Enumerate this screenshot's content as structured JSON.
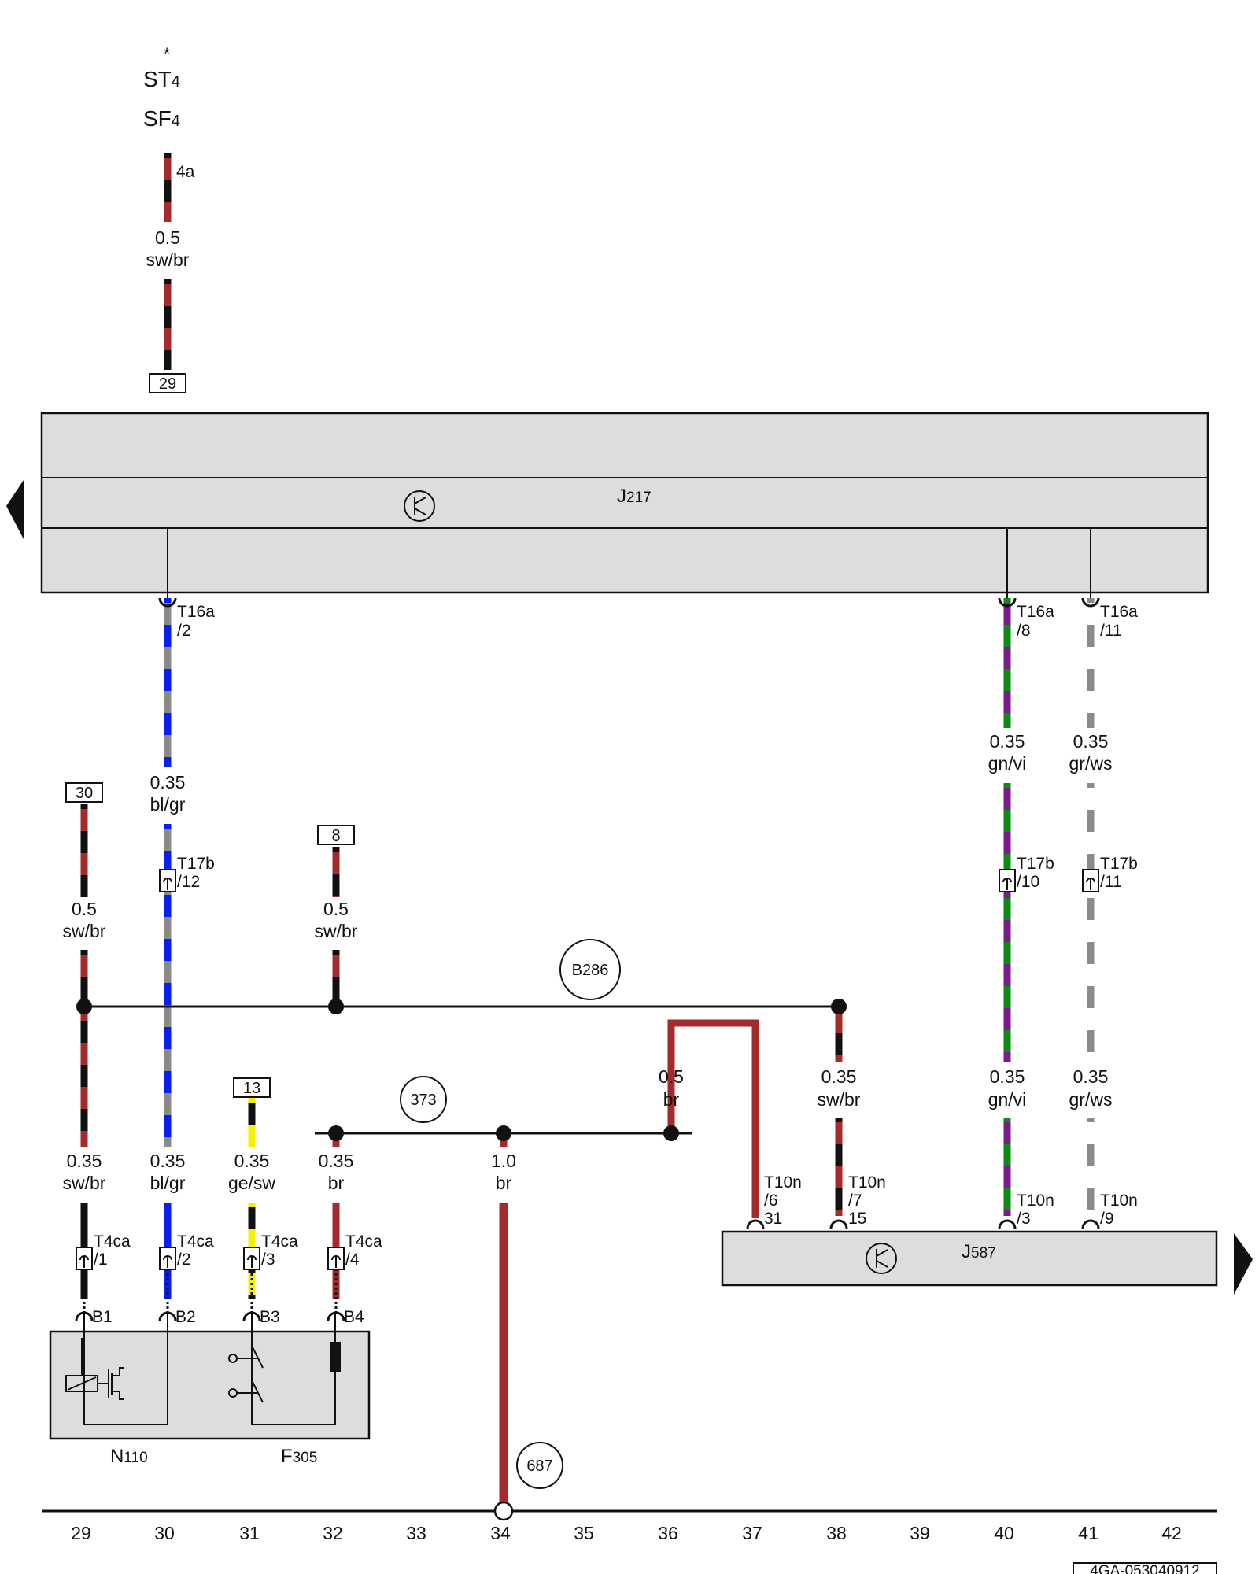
{
  "colors": {
    "sw": "#111111",
    "br": "#a52a2a",
    "bl": "#0a1ef0",
    "gr": "#8a8a8a",
    "gn": "#0d8a12",
    "vi": "#7a1a8c",
    "ws": "#ffffff",
    "ge": "#f2f200",
    "panel": "#dddddd"
  },
  "header": {
    "star": "*",
    "st": "ST",
    "st_sub": "4",
    "sf": "SF",
    "sf_sub": "4",
    "fuse_pin": "4a"
  },
  "components": {
    "j217": {
      "name": "J",
      "sub": "217",
      "icon": "transistor-icon"
    },
    "j587": {
      "name": "J",
      "sub": "587",
      "icon": "transistor-icon"
    },
    "n110": {
      "name": "N",
      "sub": "110"
    },
    "f305": {
      "name": "F",
      "sub": "305"
    }
  },
  "terminals": {
    "t29": "29",
    "t30": "30",
    "t8": "8",
    "t13": "13"
  },
  "junctions": {
    "b286": "B286",
    "j373": "373",
    "j687": "687"
  },
  "wires": {
    "w_top": {
      "size": "0.5",
      "color": "sw/br"
    },
    "w_c29a": {
      "size": "0.5",
      "color": "sw/br"
    },
    "w_c29b": {
      "size": "0.35",
      "color": "sw/br"
    },
    "w_c30a": {
      "size": "0.35",
      "color": "bl/gr"
    },
    "w_c30b": {
      "size": "0.35",
      "color": "bl/gr"
    },
    "w_c31": {
      "size": "0.35",
      "color": "ge/sw"
    },
    "w_c32a": {
      "size": "0.5",
      "color": "sw/br"
    },
    "w_c32b": {
      "size": "0.35",
      "color": "br"
    },
    "w_c34": {
      "size": "1.0",
      "color": "br"
    },
    "w_c36": {
      "size": "0.5",
      "color": "br"
    },
    "w_c38": {
      "size": "0.35",
      "color": "sw/br"
    },
    "w_c40a": {
      "size": "0.35",
      "color": "gn/vi"
    },
    "w_c40b": {
      "size": "0.35",
      "color": "gn/vi"
    },
    "w_c41a": {
      "size": "0.35",
      "color": "gr/ws"
    },
    "w_c41b": {
      "size": "0.35",
      "color": "gr/ws"
    }
  },
  "connectors": {
    "t16a_2": {
      "name": "T16a",
      "pin": "/2"
    },
    "t16a_8": {
      "name": "T16a",
      "pin": "/8"
    },
    "t16a_11": {
      "name": "T16a",
      "pin": "/11"
    },
    "t17b_12": {
      "name": "T17b",
      "pin": "/12"
    },
    "t17b_10": {
      "name": "T17b",
      "pin": "/10"
    },
    "t17b_11": {
      "name": "T17b",
      "pin": "/11"
    },
    "t4ca_1": {
      "name": "T4ca",
      "pin": "/1"
    },
    "t4ca_2": {
      "name": "T4ca",
      "pin": "/2"
    },
    "t4ca_3": {
      "name": "T4ca",
      "pin": "/3"
    },
    "t4ca_4": {
      "name": "T4ca",
      "pin": "/4"
    },
    "t10n_6": {
      "name": "T10n",
      "pin": "/6",
      "pin2": "31"
    },
    "t10n_7": {
      "name": "T10n",
      "pin": "/7",
      "pin2": "15"
    },
    "t10n_3": {
      "name": "T10n",
      "pin": "/3"
    },
    "t10n_9": {
      "name": "T10n",
      "pin": "/9"
    },
    "b1": "B1",
    "b2": "B2",
    "b3": "B3",
    "b4": "B4"
  },
  "columns": [
    "29",
    "30",
    "31",
    "32",
    "33",
    "34",
    "35",
    "36",
    "37",
    "38",
    "39",
    "40",
    "41",
    "42"
  ],
  "footer": {
    "doc_id": "4GA-053040912"
  }
}
